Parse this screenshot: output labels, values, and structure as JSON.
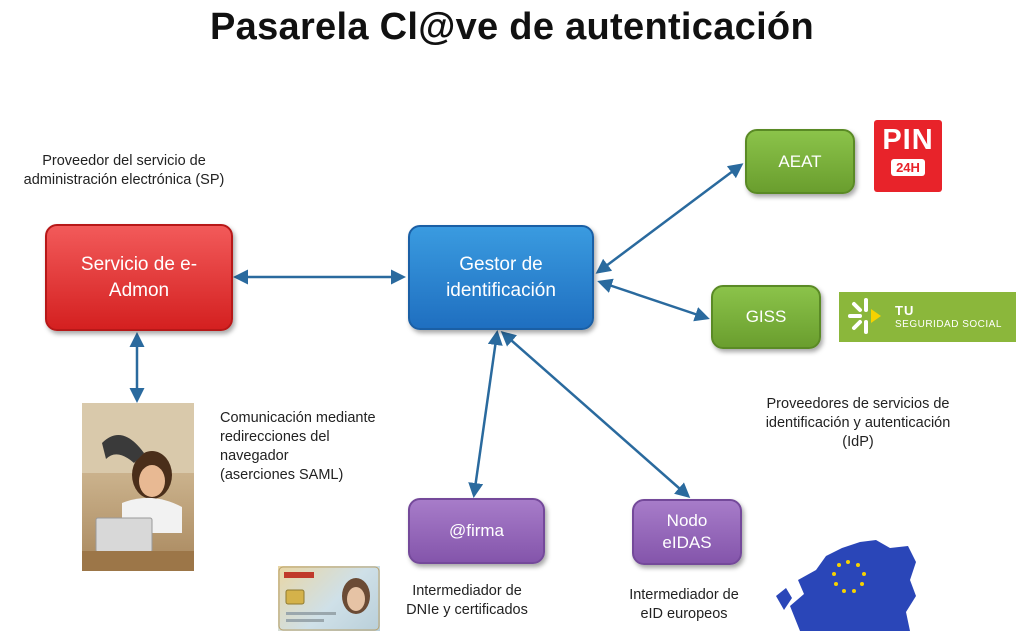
{
  "title": "Pasarela Cl@ve de autenticación",
  "sp_caption": [
    "Proveedor del servicio de",
    "administración electrónica (SP)"
  ],
  "boxes": {
    "eadmon": [
      "Servicio de e-",
      "Admon"
    ],
    "gestor": [
      "Gestor de",
      "identificación"
    ],
    "aeat": "AEAT",
    "giss": "GISS",
    "firma": "@firma",
    "eidas": [
      "Nodo",
      "eIDAS"
    ]
  },
  "captions": {
    "comunicacion": [
      "Comunicación mediante",
      "redirecciones del",
      "navegador",
      "(aserciones SAML)"
    ],
    "idp": [
      "Proveedores de servicios de",
      "identificación y autenticación",
      "(IdP)"
    ],
    "firma": [
      "Intermediador de",
      "DNIe y certificados"
    ],
    "eidas": [
      "Intermediador de",
      "eID europeos"
    ]
  },
  "logos": {
    "pin": {
      "text": "PIN",
      "badge": "24H"
    },
    "seguridad_social": {
      "line1": "TU",
      "line2": "SEGURIDAD SOCIAL"
    }
  },
  "colors": {
    "red_box": "#d42020",
    "blue_box": "#1f6fc0",
    "green_box": "#6a9e2e",
    "purple_box": "#8455ab",
    "arrow": "#2a6a9e",
    "pin_red": "#e8232a",
    "ss_green": "#8bb73b"
  }
}
